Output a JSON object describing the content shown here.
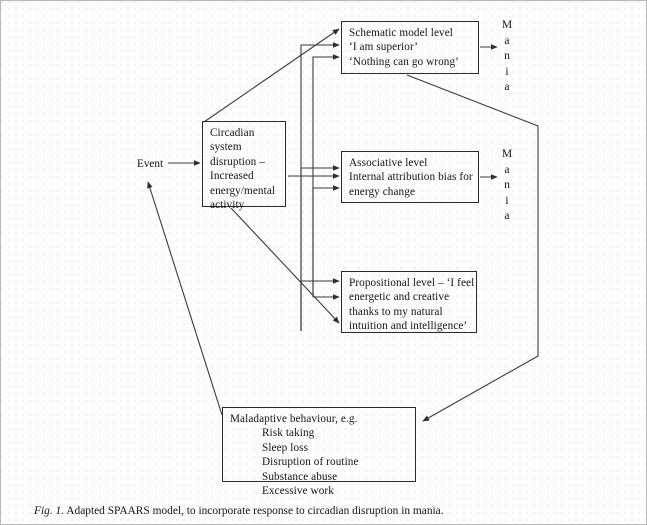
{
  "figure": {
    "caption_label": "Fig. 1.",
    "caption_text": " Adapted SPAARS model, to incorporate response to circadian disruption in mania."
  },
  "labels": {
    "event": "Event",
    "mania_letters": [
      "M",
      "a",
      "n",
      "i",
      "a"
    ]
  },
  "boxes": {
    "schematic": {
      "lines": [
        "Schematic model level",
        "‘I am superior’",
        "‘Nothing can go wrong’"
      ]
    },
    "circadian": {
      "lines": [
        "Circadian",
        "system",
        "disruption –",
        "Increased",
        "energy/mental",
        "activity"
      ]
    },
    "associative": {
      "lines": [
        "Associative level",
        "Internal attribution bias for",
        "energy change"
      ]
    },
    "propositional": {
      "lines": [
        "Propositional level – ‘I feel",
        "energetic and creative",
        "thanks to my natural",
        "intuition and intelligence’"
      ]
    },
    "maladaptive": {
      "heading": "Maladaptive behaviour, e.g.",
      "items": [
        "Risk taking",
        "Sleep loss",
        "Disruption of routine",
        "Substance abuse",
        "Excessive work"
      ]
    }
  },
  "colors": {
    "stroke": "#3a3a3a",
    "text": "#141414",
    "background": "#fdfdfd",
    "box_border": "#2b2b2b"
  }
}
